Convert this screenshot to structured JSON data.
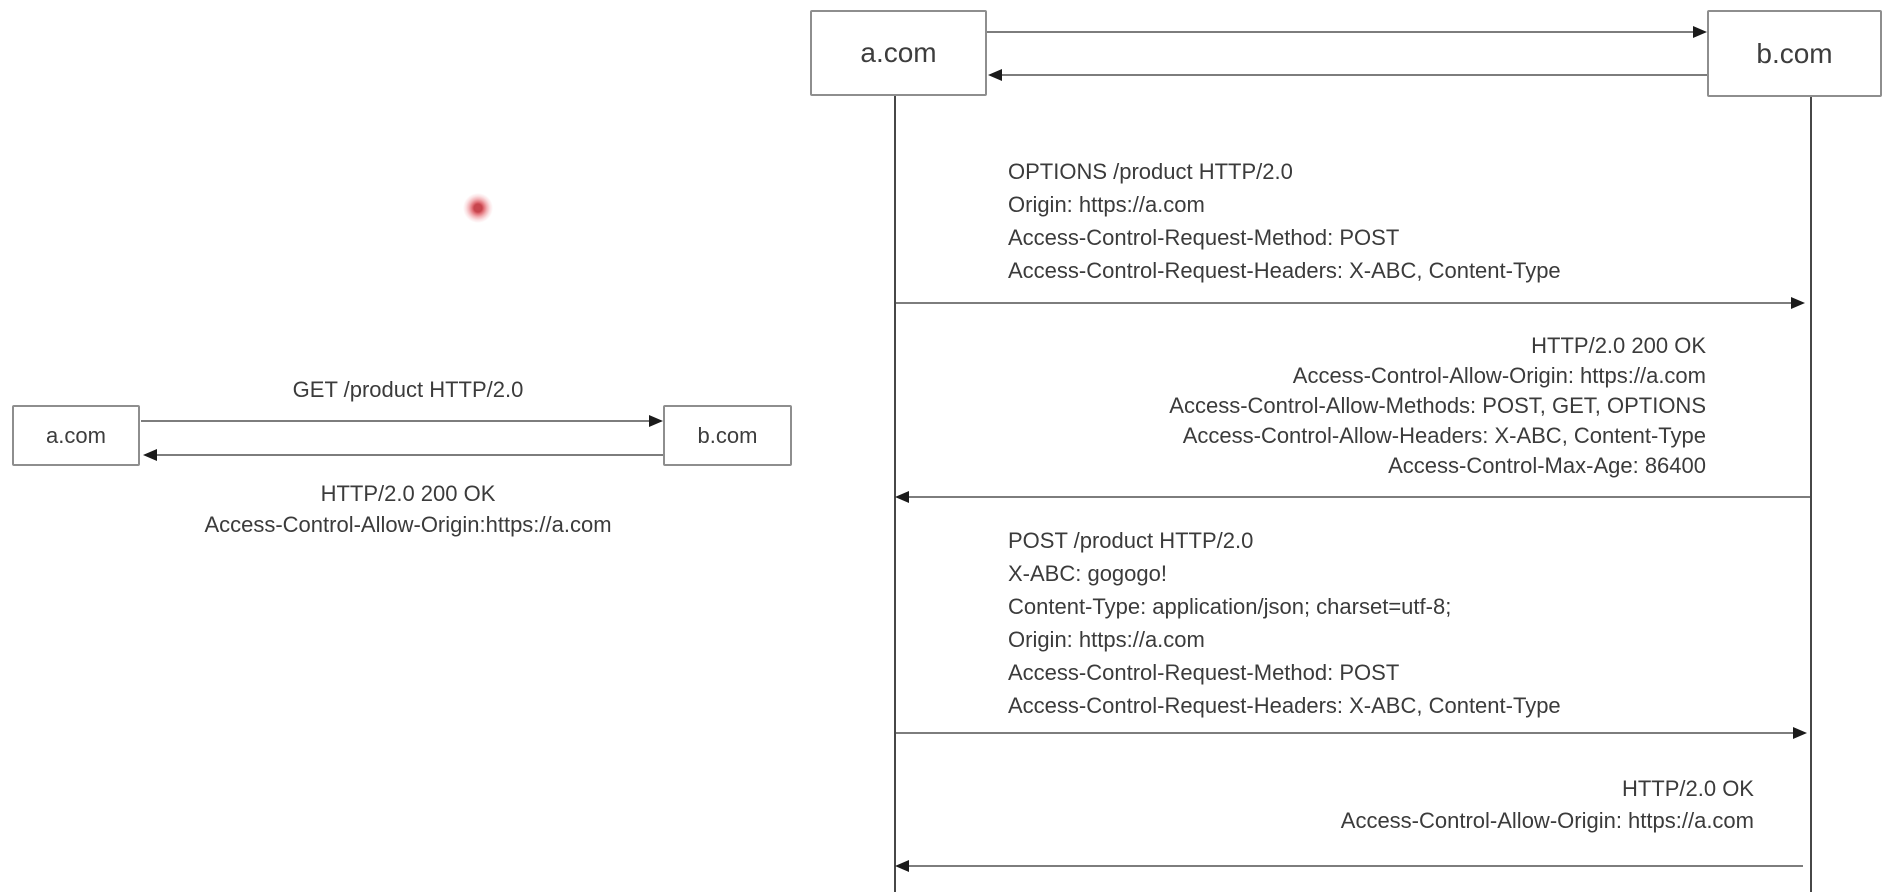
{
  "colors": {
    "laser_dot_red": "#c8464e",
    "line_gray": "#7d7d7d",
    "lifeline_dark": "#474747",
    "text_color": "#3b3b3b",
    "box_border": "#8e8e8e"
  },
  "left_diagram": {
    "title": "GET /product HTTP/2.0",
    "client_label": "a.com",
    "server_label": "b.com",
    "response_lines": [
      "HTTP/2.0 200 OK",
      "Access-Control-Allow-Origin:https://a.com"
    ]
  },
  "sequence_diagram": {
    "client_label": "a.com",
    "server_label": "b.com",
    "preflight_request": {
      "lines": [
        "OPTIONS /product HTTP/2.0",
        "Origin: https://a.com",
        "Access-Control-Request-Method: POST",
        "Access-Control-Request-Headers: X-ABC, Content-Type"
      ]
    },
    "preflight_response": {
      "lines": [
        "HTTP/2.0 200 OK",
        "Access-Control-Allow-Origin: https://a.com",
        "Access-Control-Allow-Methods: POST, GET, OPTIONS",
        "Access-Control-Allow-Headers: X-ABC, Content-Type",
        "Access-Control-Max-Age: 86400"
      ]
    },
    "main_request": {
      "lines": [
        "POST /product HTTP/2.0",
        "X-ABC: gogogo!",
        "Content-Type: application/json; charset=utf-8;",
        "Origin: https://a.com",
        "Access-Control-Request-Method: POST",
        "Access-Control-Request-Headers: X-ABC, Content-Type"
      ]
    },
    "main_response": {
      "lines": [
        "HTTP/2.0 OK",
        "Access-Control-Allow-Origin: https://a.com"
      ]
    }
  }
}
